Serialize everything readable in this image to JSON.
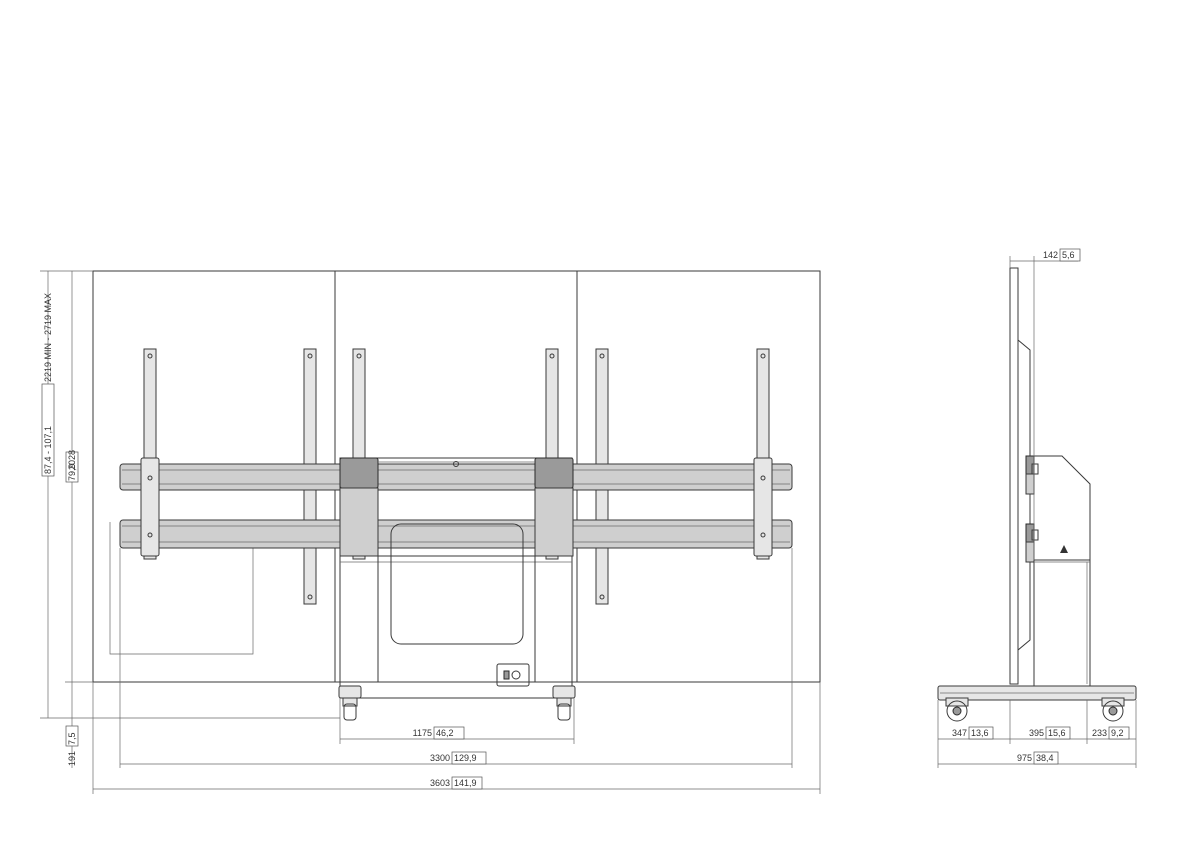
{
  "dimensions": {
    "height_range": {
      "metric": "2219 MIN - 2719 MAX",
      "imperial": "87,4 - 107,1"
    },
    "screen_height": {
      "metric": "2028",
      "imperial": "79,9"
    },
    "ground_clearance": {
      "metric": "191",
      "imperial": "7,5"
    },
    "column_width": {
      "metric": "1175",
      "imperial": "46,2"
    },
    "rail_width": {
      "metric": "3300",
      "imperial": "129,9"
    },
    "total_width": {
      "metric": "3603",
      "imperial": "141,9"
    },
    "side_offset": {
      "metric": "142",
      "imperial": "5,6"
    },
    "base_front": {
      "metric": "347",
      "imperial": "13,6"
    },
    "base_mid": {
      "metric": "395",
      "imperial": "15,6"
    },
    "base_rear": {
      "metric": "233",
      "imperial": "9,2"
    },
    "base_depth": {
      "metric": "975",
      "imperial": "38,4"
    }
  },
  "colors": {
    "line": "#3a3a3a",
    "shade": "#cfcfcf",
    "dark": "#9a9a9a"
  },
  "icons": {
    "warning": "warning-triangle-icon"
  }
}
